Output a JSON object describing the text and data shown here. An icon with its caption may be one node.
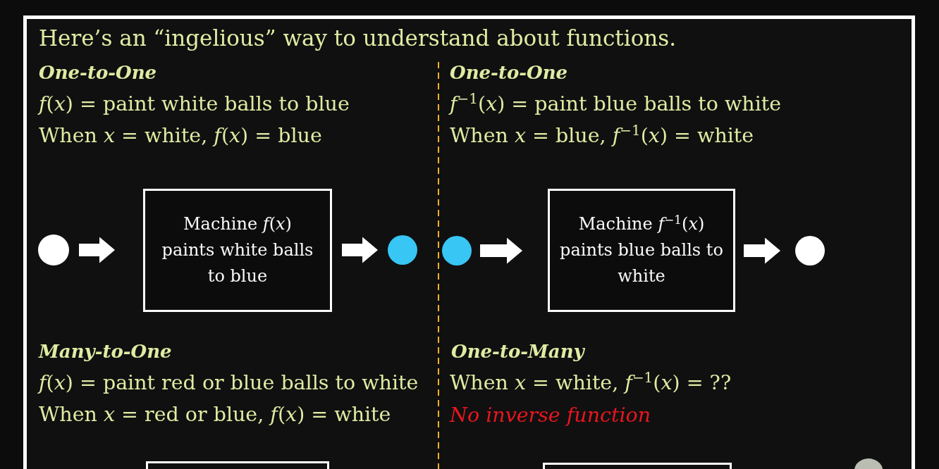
{
  "diagram": {
    "title": "Here’s an “ingelious” way to understand about functions.",
    "nodes": [
      {
        "text": [],
        "shape": "circle"
      },
      {
        "text": [
          "Machine *f*(*x*) paints white balls to blue"
        ]
      },
      {
        "text": [],
        "shape": "circle"
      },
      {
        "text": [],
        "shape": "circle"
      },
      {
        "text": [
          "Machine *f*$^{−1}$(*x*) paints blue balls to white"
        ]
      },
      {
        "text": [],
        "shape": "circle"
      },
      {
        "text": [],
        "shape": "box"
      },
      {
        "text": [],
        "shape": "box"
      }
    ],
    "edges": [
      {
        "from": 0,
        "to": 1,
        "arrow": "to"
      },
      {
        "from": 1,
        "to": 2,
        "arrow": "to"
      },
      {
        "from": 3,
        "to": 4,
        "arrow": "to"
      },
      {
        "from": 4,
        "to": 5,
        "arrow": "to"
      }
    ],
    "labels": [
      "One-to-One",
      "*f*(*x*) = paint white balls to blue",
      "When *x* = white, *f*(*x*) = blue",
      "One-to-One",
      "*f*$^{−1}$(*x*) = paint blue balls to white",
      "When *x* = blue, *f*$^{−1}$(*x*) = white",
      "Many-to-One",
      "*f*(*x*) = paint red or blue balls to white",
      "When *x* = red or blue, *f*(*x*) = white",
      "One-to-Many",
      "When *x* = white, *f*$^{−1}$(*x*) = ??",
      "No inverse function"
    ]
  }
}
